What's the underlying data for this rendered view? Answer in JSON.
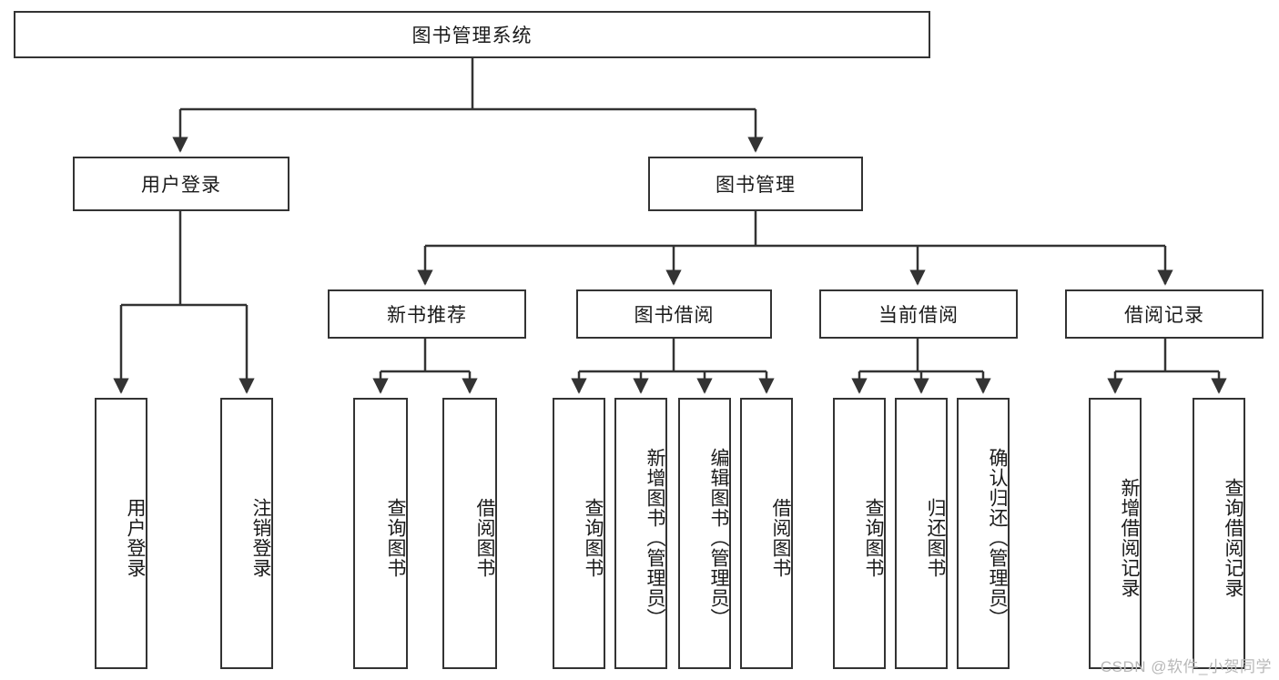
{
  "diagram": {
    "type": "tree-hierarchy",
    "title": "图书管理系统",
    "root": {
      "label": "图书管理系统",
      "children": [
        {
          "label": "用户登录",
          "children": [
            {
              "label": "用户登录"
            },
            {
              "label": "注销登录"
            }
          ]
        },
        {
          "label": "图书管理",
          "children": [
            {
              "label": "新书推荐",
              "children": [
                {
                  "label": "查询图书"
                },
                {
                  "label": "借阅图书"
                }
              ]
            },
            {
              "label": "图书借阅",
              "children": [
                {
                  "label": "查询图书"
                },
                {
                  "label": "新增图书（管理员）"
                },
                {
                  "label": "编辑图书（管理员）"
                },
                {
                  "label": "借阅图书"
                }
              ]
            },
            {
              "label": "当前借阅",
              "children": [
                {
                  "label": "查询图书"
                },
                {
                  "label": "归还图书"
                },
                {
                  "label": "确认归还（管理员）"
                }
              ]
            },
            {
              "label": "借阅记录",
              "children": [
                {
                  "label": "新增借阅记录"
                },
                {
                  "label": "查询借阅记录"
                }
              ]
            }
          ]
        }
      ]
    },
    "nodes": {
      "root": "图书管理系统",
      "user_login": "用户登录",
      "book_manage": "图书管理",
      "new_book_rec": "新书推荐",
      "book_borrow": "图书借阅",
      "current_borrow": "当前借阅",
      "borrow_record": "借阅记录",
      "leaf_user_login": "用户登录",
      "leaf_logout": "注销登录",
      "leaf_rec_query": "查询图书",
      "leaf_rec_borrow": "借阅图书",
      "leaf_borrow_query": "查询图书",
      "leaf_borrow_add": "新增图书（管理员）",
      "leaf_borrow_edit": "编辑图书（管理员）",
      "leaf_borrow_borrow": "借阅图书",
      "leaf_cur_query": "查询图书",
      "leaf_cur_return": "归还图书",
      "leaf_cur_confirm": "确认归还（管理员）",
      "leaf_rec_add": "新增借阅记录",
      "leaf_rec_search": "查询借阅记录"
    },
    "colors": {
      "border": "#333333",
      "background": "#ffffff",
      "text": "#1a1a1a",
      "watermark": "#b8b8b8"
    }
  },
  "watermark": {
    "text": "CSDN @软件_小贺同学"
  }
}
